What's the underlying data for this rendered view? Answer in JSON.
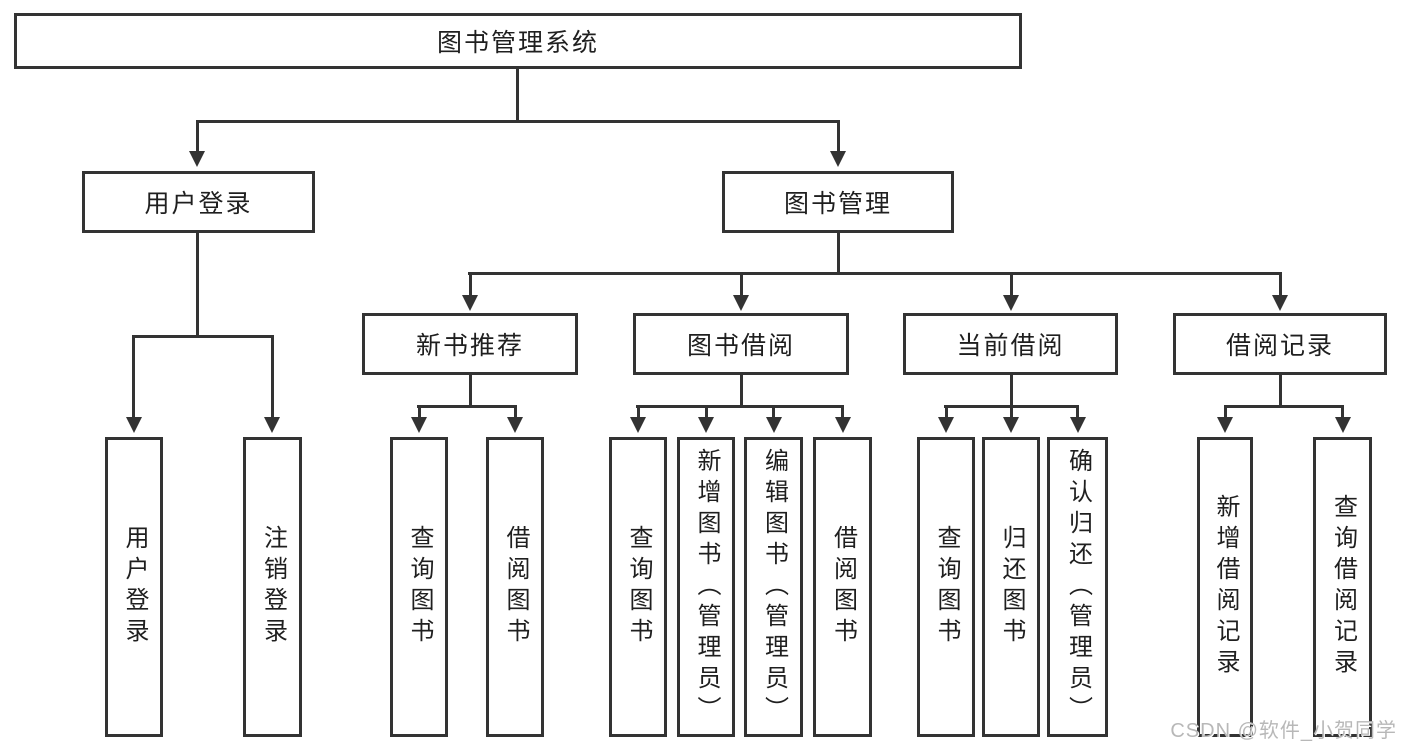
{
  "diagram": {
    "root": {
      "label": "图书管理系统"
    },
    "branches": [
      {
        "label": "用户登录",
        "children": [
          {
            "label": "用户登录"
          },
          {
            "label": "注销登录"
          }
        ]
      },
      {
        "label": "图书管理",
        "children": [
          {
            "label": "新书推荐",
            "children": [
              {
                "label": "查询图书"
              },
              {
                "label": "借阅图书"
              }
            ]
          },
          {
            "label": "图书借阅",
            "children": [
              {
                "label": "查询图书"
              },
              {
                "label": "新增图书（管理员）"
              },
              {
                "label": "编辑图书（管理员）"
              },
              {
                "label": "借阅图书"
              }
            ]
          },
          {
            "label": "当前借阅",
            "children": [
              {
                "label": "查询图书"
              },
              {
                "label": "归还图书"
              },
              {
                "label": "确认归还（管理员）"
              }
            ]
          },
          {
            "label": "借阅记录",
            "children": [
              {
                "label": "新增借阅记录"
              },
              {
                "label": "查询借阅记录"
              }
            ]
          }
        ]
      }
    ]
  },
  "watermark": {
    "text": "CSDN @软件_小贺同学"
  },
  "colors": {
    "line": "#333333",
    "text": "#1f1f1f",
    "wm": "#b8b8b8",
    "bg": "#ffffff"
  }
}
